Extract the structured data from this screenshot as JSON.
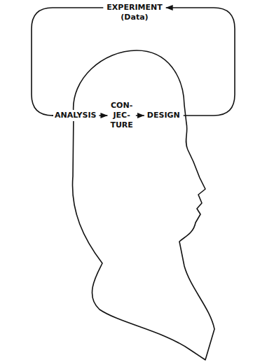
{
  "diagram": {
    "nodes": [
      {
        "text": [
          "EXPERIMENT",
          "(Data)"
        ]
      },
      {
        "text": [
          "ANALYSIS"
        ]
      },
      {
        "text": [
          "CON- JEC- TURE"
        ]
      },
      {
        "text": [
          "DESIGN"
        ]
      }
    ],
    "edges": [
      {
        "from": 0,
        "to": 1,
        "arrow": "to"
      },
      {
        "from": 1,
        "to": 2,
        "arrow": "to"
      },
      {
        "from": 2,
        "to": 3,
        "arrow": "to"
      },
      {
        "from": 3,
        "to": 0,
        "arrow": "to"
      }
    ]
  }
}
